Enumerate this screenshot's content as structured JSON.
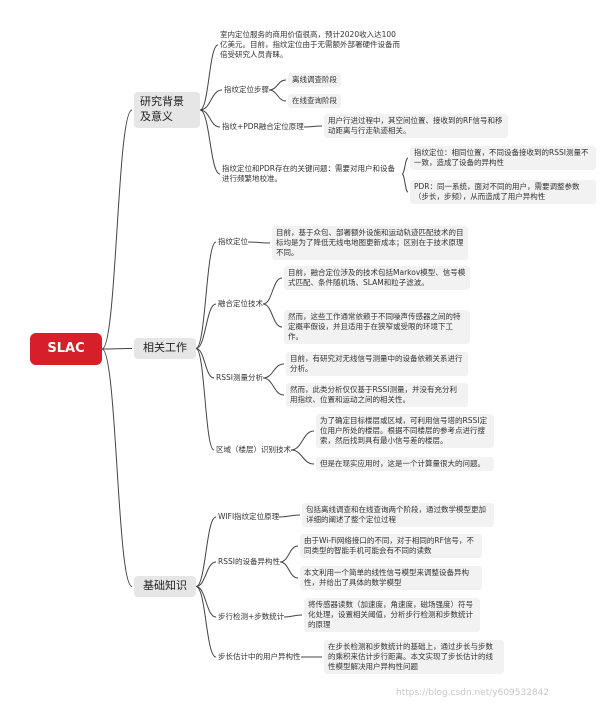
{
  "root": "SLAC",
  "branches": [
    {
      "label": "研究背景及意义",
      "children": [
        {
          "label": "室内定位服务的商用价值很高，预计2020收入达100亿美元。目前，指纹定位由于无需额外部署硬件设备而倍受研究人员青睐。",
          "children": []
        },
        {
          "label": "指纹定位步骤",
          "children": [
            "离线调查阶段",
            "在线查询阶段"
          ]
        },
        {
          "label": "指纹+PDR融合定位原理",
          "children": [
            "用户行进过程中，其空间位置、接收到的RF信号和移动距离与行走轨迹相关。"
          ]
        },
        {
          "label": "指纹定位和PDR存在的关键问题：需要对用户和设备进行频繁地校准。",
          "children": [
            "指纹定位：相同位置，不同设备接收到的RSSI测量不一致，造成了设备的异构性",
            "PDR：同一系统，面对不同的用户，需要调整参数（步长，步频），从而造成了用户异构性"
          ]
        }
      ]
    },
    {
      "label": "相关工作",
      "children": [
        {
          "label": "指纹定位",
          "children": [
            "目前，基于众包、部署额外设施和运动轨迹匹配技术的目标均是为了降低无线电地图更新成本；区别在于技术原理不同。"
          ]
        },
        {
          "label": "融合定位技术",
          "children": [
            "目前，融合定位涉及的技术包括Markov模型、信号模式匹配、条件随机场、SLAM和粒子滤波。",
            "然而，这些工作通常依赖于不同噪声传感器之间的特定概率假设，并且适用于在狭窄或受限的环境下工作。"
          ]
        },
        {
          "label": "RSSI测量分析",
          "children": [
            "目前，有研究对无线信号测量中的设备依赖关系进行分析。",
            "然而，此类分析仅仅基于RSSI测量，并没有充分利用指纹、位置和运动之间的相关性。"
          ]
        },
        {
          "label": "区域（楼层）识别技术",
          "children": [
            "为了确定目标楼层或区域，可利用信号塔的RSSI定位用户所处的楼层。根据不同楼层的参考点进行搜索，然后找到具有最小信号差的楼层。",
            "但是在现实应用时，这是一个计算量很大的问题。"
          ]
        }
      ]
    },
    {
      "label": "基础知识",
      "children": [
        {
          "label": "WIFI指纹定位原理",
          "children": [
            "包括离线调查和在线查询两个阶段，通过数学模型更加详细的阐述了整个定位过程"
          ]
        },
        {
          "label": "RSSI的设备异构性",
          "children": [
            "由于Wi-Fi网络接口的不同，对于相同的RF信号，不同类型的智能手机可能会有不同的读数",
            "本文利用一个简单的线性信号模型来调整设备异构性，并给出了具体的数学模型"
          ]
        },
        {
          "label": "步行检测+步数统计",
          "children": [
            "将传感器读数（加速度，角速度，磁场强度）符号化处理，设置相关阈值，分析步行检测和步数统计的原理"
          ]
        },
        {
          "label": "步长估计中的用户异构性",
          "children": [
            "在步长检测和步数统计的基础上，通过步长与步数的乘积来估计步行距离。本文实现了步长估计的线性模型解决用户异构性问题"
          ]
        }
      ]
    }
  ],
  "watermark": "https://blog.csdn.net/y609532842",
  "colors": {
    "root": "#d61f2a",
    "line": "#444444",
    "branch_bg": "#e6e6e6",
    "leaf_bg": "#f2f2f2"
  }
}
